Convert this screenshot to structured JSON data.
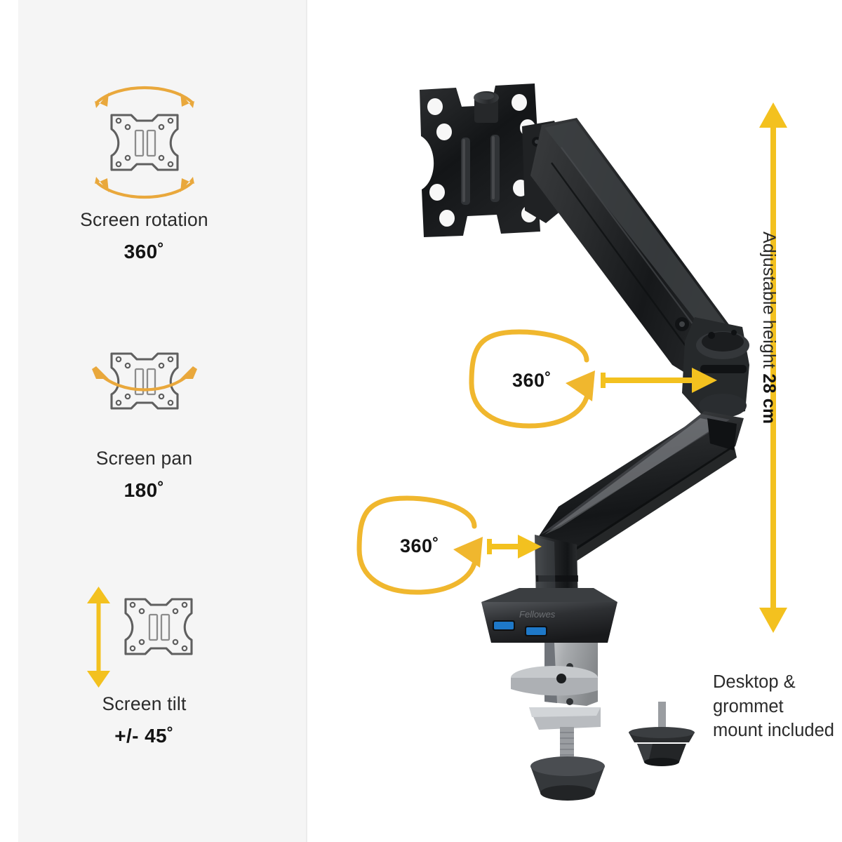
{
  "features": [
    {
      "id": "screen-rotation",
      "icon": "vesa-plate-rotation-icon",
      "label": "Screen rotation",
      "value": "360˚"
    },
    {
      "id": "screen-pan",
      "icon": "vesa-plate-pan-icon",
      "label": "Screen pan",
      "value": "180˚"
    },
    {
      "id": "screen-tilt",
      "icon": "vesa-plate-tilt-icon",
      "label": "Screen tilt",
      "value": "+/- 45˚"
    }
  ],
  "product": {
    "brand_logo": "Fellowes",
    "callouts": [
      {
        "id": "upper-joint",
        "value": "360˚"
      },
      {
        "id": "lower-post",
        "value": "360˚"
      }
    ],
    "height_label": {
      "prefix": "Adjustable height ",
      "value": "28 cm"
    },
    "mount_caption": "Desktop & grommet mount included"
  },
  "colors": {
    "arrow_orange": "#E8A githubPLACEHOLDER",
    "arrow_orange_hex": "#E9A83C",
    "arrow_yellow": "#F3C11F",
    "icon_gray": "#5F5F5F",
    "panel_bg": "#F5F5F5",
    "text_dark": "#2B2B2B",
    "usb_blue": "#1E78C8"
  }
}
